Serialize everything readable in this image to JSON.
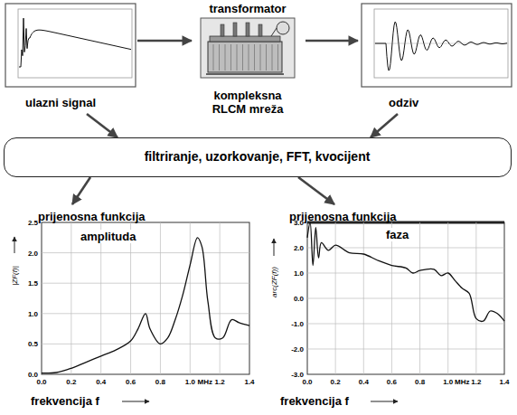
{
  "diagram": {
    "nodes": [
      {
        "text": [
          "ulazni signal"
        ]
      },
      {
        "text": [
          "transformator",
          "kompleksna RLCM mreža"
        ]
      },
      {
        "text": [
          "odziv"
        ]
      },
      {
        "text": [
          "filtriranje, uzorkovanje, FFT, kvocijent"
        ]
      },
      {
        "text": [
          "prijenosna funkcija",
          "amplituda",
          "frekvencija f"
        ]
      },
      {
        "text": [
          "prijenosna funkcija",
          "faza",
          "frekvencija f"
        ]
      }
    ],
    "edges": [
      {
        "from": 0,
        "to": 1,
        "arrow": "to"
      },
      {
        "from": 1,
        "to": 2,
        "arrow": "to"
      },
      {
        "from": 0,
        "to": 3,
        "arrow": "to"
      },
      {
        "from": 2,
        "to": 3,
        "arrow": "to"
      },
      {
        "from": 3,
        "to": 4,
        "arrow": "to"
      },
      {
        "from": 3,
        "to": 5,
        "arrow": "to"
      }
    ],
    "labels": [
      "2.5",
      "2.0",
      "1.5",
      "1.0",
      "0.5",
      "0.0",
      "0.0",
      "0.2",
      "0.4",
      "0.6",
      "0.8",
      "1.0",
      "MHz",
      "1.2",
      "1.4",
      "|ZF(f)|",
      "3.0",
      "2.0",
      "1.0",
      "0.0",
      "-1.0",
      "-2.0",
      "-3.0",
      "0.0",
      "0.2",
      "0.4",
      "0.6",
      "0.8",
      "1.0",
      "MHz",
      "1.2",
      "1.4",
      "arc(ZF(f))"
    ]
  }
}
